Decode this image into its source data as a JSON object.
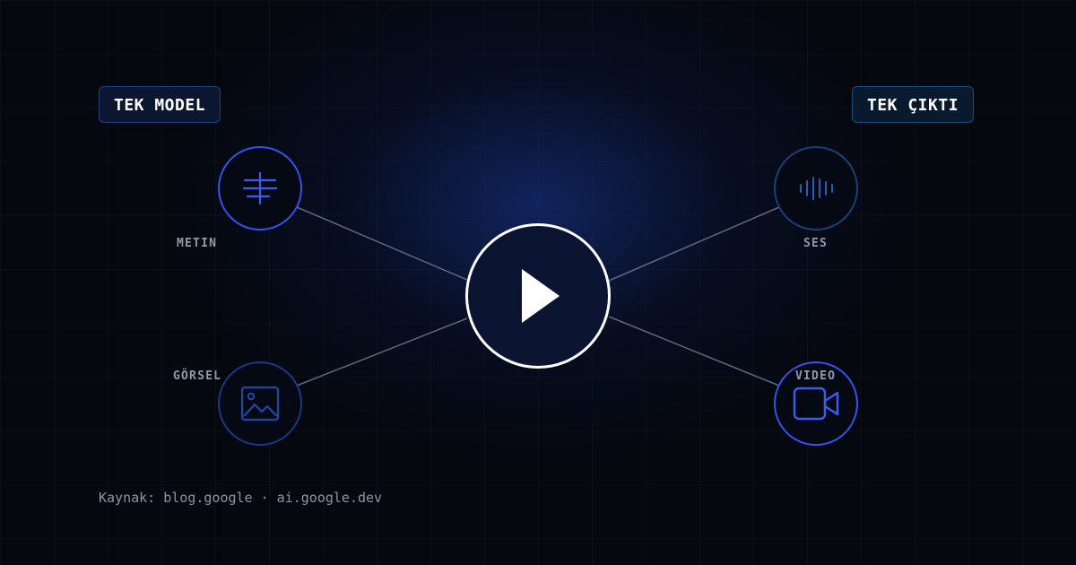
{
  "badges": {
    "left": "TEK MODEL",
    "right": "TEK ÇIKTI"
  },
  "inputs": [
    {
      "label": "METIN",
      "icon": "text-input-icon"
    },
    {
      "label": "GÖRSEL",
      "icon": "image-icon"
    }
  ],
  "outputs": [
    {
      "label": "SES",
      "icon": "audio-waveform-icon"
    },
    {
      "label": "VIDEO",
      "icon": "video-camera-icon"
    }
  ],
  "center": {
    "icon": "play-icon"
  },
  "source": "Kaynak: blog.google · ai.google.dev",
  "colors": {
    "background": "#05080f",
    "glow": "#18348c",
    "accent_bright": "#3253f0",
    "accent_dim": "#173a86",
    "label": "#8f9aac",
    "play_ring": "#ffffff"
  }
}
